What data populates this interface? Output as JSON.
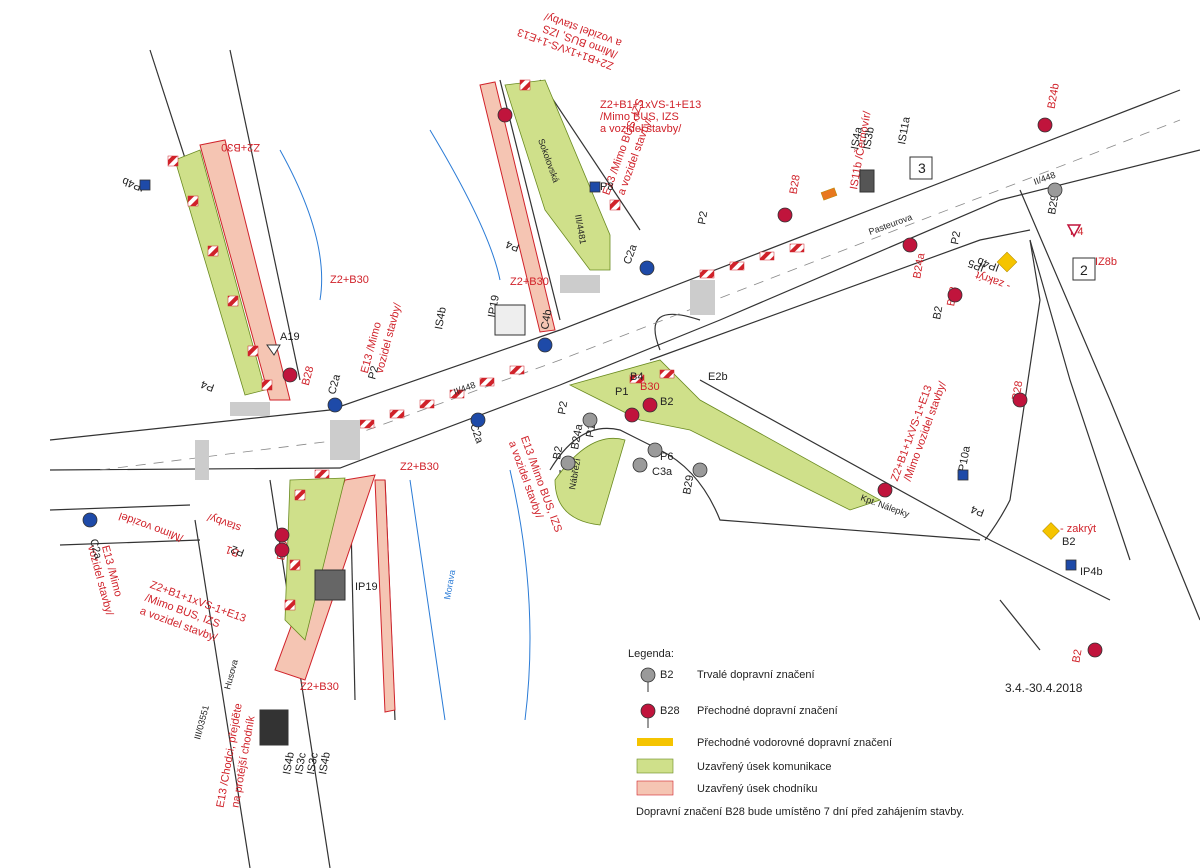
{
  "colors": {
    "closed_road": "#cfe08a",
    "closed_sidewalk": "#f5c5b3",
    "temp_sign": "#c0143c",
    "perm_sign": "#9a9a9a",
    "temp_marking": "#f5c400",
    "label_red": "#d0222a",
    "river": "#2a7bd6"
  },
  "streets": {
    "pasteurova": "Pasteurova",
    "sokolovska": "Sokolovská",
    "nabrezi": "Nábřeží",
    "husova": "Husova",
    "kpt_nalepky": "Kpt. Nálepky",
    "morava": "Morava",
    "ii448_a": "II/448",
    "ii448_b": "II/448",
    "iii4481": "III/4481",
    "iii03551": "III/03551"
  },
  "labels": {
    "z2b30_top": "Z2+B30",
    "z2b1_top": "Z2+B1+1xVS-1+E13",
    "mimo_bus_top": "/Mimo BUS, IZS",
    "a_vozidel_top": "a vozidel stavby/",
    "z2b1_mid": "Z2+B1+1xVS-1+E13",
    "mimo_bus_mid": "/Mimo BUS, IZS",
    "a_vozidel_mid": "a vozidel stavby/",
    "z2b30_left": "Z2+B30",
    "z2b30_center": "Z2+B30",
    "e13_mimo_vozidel": "E13 /Mimo",
    "e13_mimo_vozidel2": "vozidel stavby/",
    "c2a_e13_mimo": "E13 /Mimo BUS, IZS",
    "c2a_e13_mimo2": "a vozidel stavby/",
    "z2b30_bottom": "Z2+B30",
    "z2b30_bottom2": "Z2+B30",
    "z2b1_bottom": "Z2+B1+1xVS-1+E13",
    "mimo_bus_bottom": "/Mimo BUS, IZS",
    "a_vozidel_bottom": "a vozidel stavby/",
    "b1_mimo": "B1",
    "b1_mimo2": "/Mimo vozidel",
    "b1_mimo3": "stavby/",
    "c2a_left": "C2a",
    "e13_left": "E13 /Mimo",
    "e13_left2": "vozidel stavby/",
    "c2a_right": "C2a",
    "e13_right": "E13 /Mimo BUS, IZS",
    "e13_right2": "a vozidel stavby/",
    "z2b1_right": "Z2+B1+1xVS-1+E13",
    "mimo_right": "/Mimo vozidel stavby/",
    "b28_right": "B28",
    "is11b": "IS11b /Černovír/",
    "b28_top": "B28",
    "b24b": "B24b",
    "b24a_right": "B24a",
    "b28_mid": "B28",
    "b2_mid": "B2",
    "b28_far": "B28",
    "ip5": "IP5",
    "ip4b_mid": "IP4b",
    "zakryt_mid": "- zakrýt",
    "p4_right": "P4",
    "iz8b": "IZ8b",
    "b29": "B29",
    "ip10a": "IP10a",
    "b2_lower": "B2",
    "zakryt_lower": "- zakrýt",
    "ip4b_lower": "IP4b",
    "b2_bottom": "B2",
    "ip4b_top": "IP4b",
    "a19": "A19",
    "p4_left": "P4",
    "p2_left": "P2",
    "b28_left": "B28",
    "c2a_mid": "C2a",
    "ip19_top": "IP19",
    "is4b_top": "IS4b",
    "c4b": "C4b",
    "p2_center": "P2",
    "p8": "P8",
    "p4_center": "P4",
    "p2_top": "P2",
    "p2_topright": "P2",
    "is4a": "IS4a",
    "is3b": "IS3b",
    "is11a": "IS11a",
    "sign3": "3",
    "sign2": "2",
    "b24a_lower": "B24a",
    "p1": "P1",
    "b2_lower_left": "B2",
    "p6": "P6",
    "c3a": "C3a",
    "b29_lower": "B29",
    "b30_mid": "B30",
    "b4": "B4",
    "p1_mid": "P1",
    "b2_mid2": "B2",
    "e2b": "E2b",
    "p2_lower": "P2",
    "p4_lower": "P4",
    "ip19_bottom": "IP19",
    "b30_left": "B30",
    "is4b": "IS4b",
    "is3c": "IS3c",
    "is3c2": "IS3c",
    "is4b2": "IS4b",
    "e13_chodci": "E13 /Chodci, přejděte",
    "e13_chodci2": "na protější chodník"
  },
  "legend": {
    "title": "Legenda:",
    "items": [
      {
        "code": "B2",
        "text": "Trvalé dopravní značení"
      },
      {
        "code": "B28",
        "text": "Přechodné dopravní značení"
      },
      {
        "code": "",
        "text": "Přechodné vodorovné dopravní značení"
      },
      {
        "code": "",
        "text": "Uzavřený úsek komunikace"
      },
      {
        "code": "",
        "text": "Uzavřený úsek chodníku"
      }
    ],
    "note": "Dopravní značení B28 bude umístěno 7 dní před zahájením stavby."
  },
  "date_range": "3.4.-30.4.2018"
}
